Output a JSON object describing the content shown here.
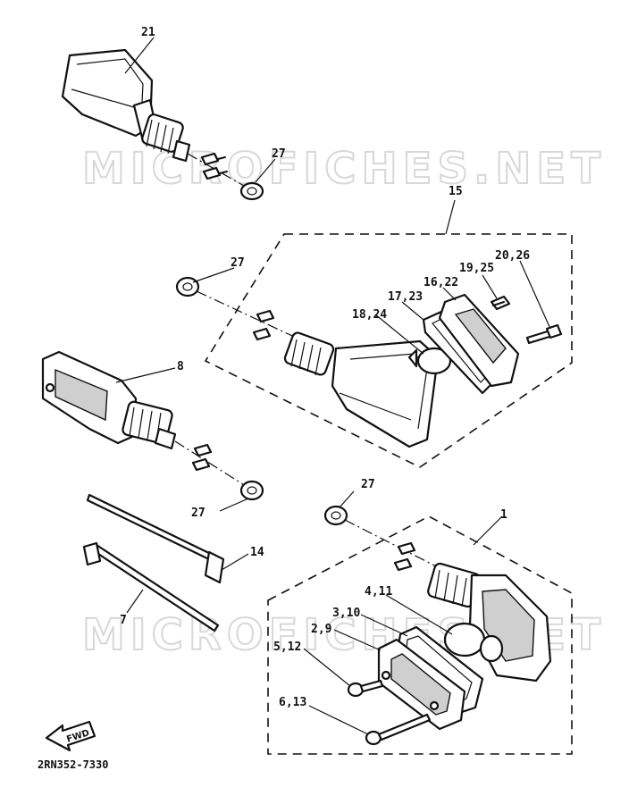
{
  "watermark": "MICROFICHES.NET",
  "diagram_code": "2RN352-7330",
  "fwd_label": "FWD",
  "callouts": {
    "c21": "21",
    "c27a": "27",
    "c15": "15",
    "c27b": "27",
    "c20_26": "20,26",
    "c19_25": "19,25",
    "c16_22": "16,22",
    "c17_23": "17,23",
    "c18_24": "18,24",
    "c8": "8",
    "c27c": "27",
    "c27d": "27",
    "c1": "1",
    "c14": "14",
    "c4_11": "4,11",
    "c3_10": "3,10",
    "c2_9": "2,9",
    "c7": "7",
    "c5_12": "5,12",
    "c6_13": "6,13"
  }
}
